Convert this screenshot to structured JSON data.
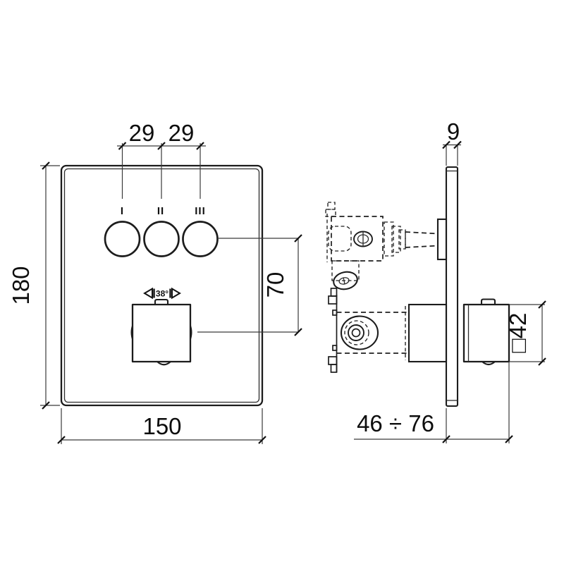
{
  "drawing": {
    "colors": {
      "background": "#ffffff",
      "line": "#1c1c1c"
    },
    "front_view": {
      "button_labels": [
        "I",
        "II",
        "III"
      ],
      "temp_limit_label": "38°",
      "dims": {
        "button_spacing_left": "29",
        "button_spacing_right": "29",
        "plate_height": "180",
        "plate_width": "150",
        "knob_vertical_offset": "70"
      }
    },
    "side_view": {
      "dims": {
        "plate_thickness": "9",
        "knob_square_size": "□42",
        "installation_depth_range": "46 ÷ 76"
      }
    }
  }
}
